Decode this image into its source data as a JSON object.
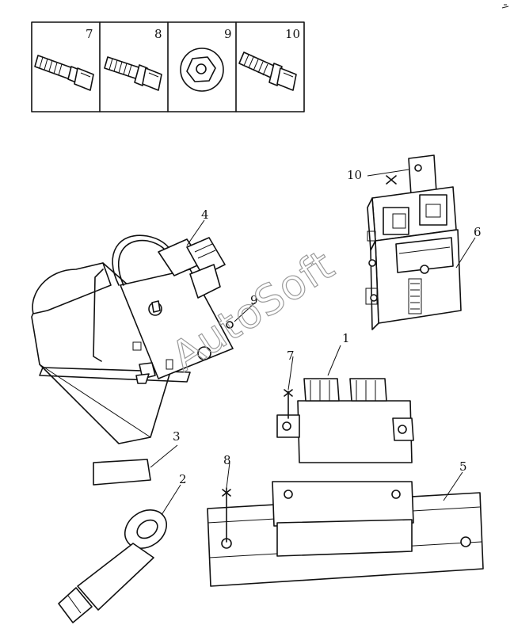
{
  "inset_labels": [
    "7",
    "8",
    "9",
    "10"
  ],
  "callouts": {
    "p1": "1",
    "p2": "2",
    "p3": "3",
    "p4": "4",
    "p5": "5",
    "p6": "6",
    "p7": "7",
    "p8": "8",
    "p9": "9",
    "p10": "10"
  },
  "watermark": "AutoSoft",
  "colors": {
    "line": "#111111",
    "watermark": "#9a9a9a"
  }
}
